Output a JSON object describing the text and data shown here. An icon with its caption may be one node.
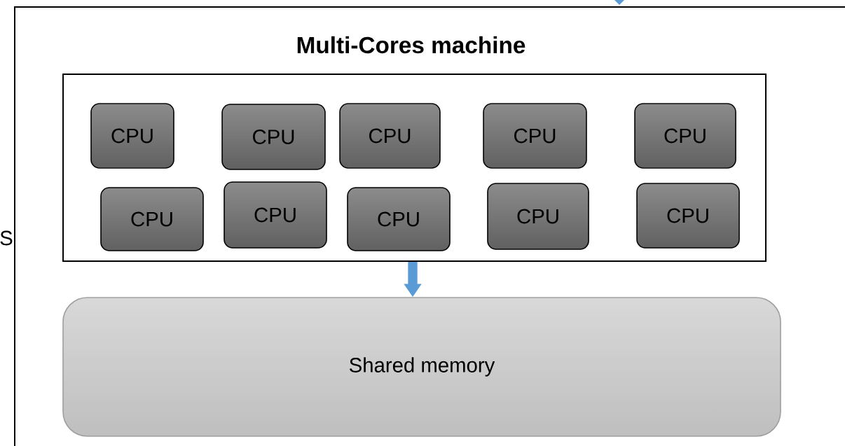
{
  "diagram": {
    "nodes": [
      {
        "text": [
          "Multi-Cores machine"
        ]
      },
      {
        "text": [],
        "shape": "box",
        "in": 0
      },
      {
        "text": [
          "CPU"
        ],
        "in": 1
      },
      {
        "text": [
          "CPU"
        ],
        "in": 1
      },
      {
        "text": [
          "CPU"
        ],
        "in": 1
      },
      {
        "text": [
          "CPU"
        ],
        "in": 1
      },
      {
        "text": [
          "CPU"
        ],
        "in": 1
      },
      {
        "text": [
          "CPU"
        ],
        "in": 1
      },
      {
        "text": [
          "CPU"
        ],
        "in": 1
      },
      {
        "text": [
          "CPU"
        ],
        "in": 1
      },
      {
        "text": [
          "CPU"
        ],
        "in": 1
      },
      {
        "text": [
          "CPU"
        ],
        "in": 1
      },
      {
        "text": [
          "Shared memory"
        ],
        "in": 0
      }
    ],
    "edges": [
      {
        "from": 1,
        "to": 12,
        "arrow": "to",
        "color": "#5b9bd5"
      }
    ],
    "labels": [
      "S"
    ]
  }
}
